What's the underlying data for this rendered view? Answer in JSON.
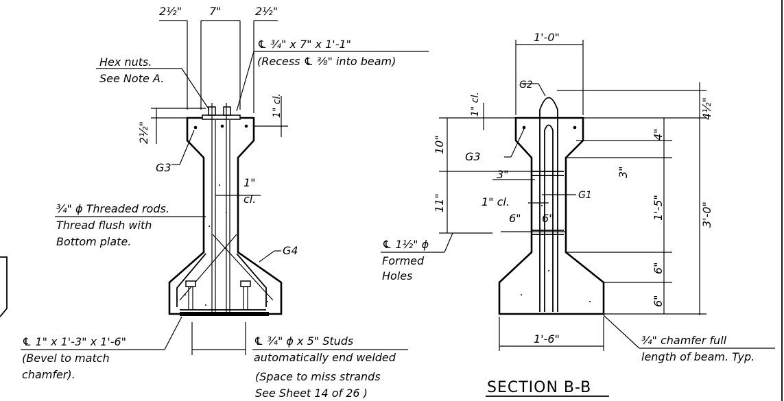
{
  "left": {
    "dim_top_a": "2½\"",
    "dim_top_b": "7\"",
    "dim_top_c": "2½\"",
    "plate_callout_1": "℄ ¾\" x 7\" x 1'-1\"",
    "plate_callout_2": "(Recess ℄ ⅜\" into beam)",
    "hex_nuts_1": "Hex nuts.",
    "hex_nuts_2": "See Note A.",
    "clear_top": "1\" cl.",
    "dim_side": "2½\"",
    "g3": "G3",
    "clear_mid_1": "1\"",
    "clear_mid_2": "cl.",
    "rods_1": "¾\" ϕ Threaded rods.",
    "rods_2": "Thread flush with",
    "rods_3": "Bottom plate.",
    "g4": "G4",
    "bottom_plate_1": "℄ 1\" x 1'-3\" x 1'-6\"",
    "bottom_plate_2": "(Bevel to match",
    "bottom_plate_3": "chamfer).",
    "studs_1": "℄ ¾\" ϕ x 5\" Studs",
    "studs_2": "automatically end welded",
    "studs_3": "(Space to miss strands",
    "studs_4": "See Sheet 14 of 26 )"
  },
  "right": {
    "dim_top": "1'-0\"",
    "g2": "G2",
    "dim_right_top": "4½\"",
    "clear_top": "1\" cl.",
    "dim_10": "10\"",
    "g3": "G3",
    "dim_4": "4\"",
    "dim_3a": "3\"",
    "dim_3b": "3\"",
    "dim_11": "11\"",
    "clear_mid": "1\" cl.",
    "g1": "G1",
    "dim_1_5": "1'-5\"",
    "dim_3_0": "3'-0\"",
    "dim_6a": "6\"",
    "dim_6b": "6\"",
    "holes_1": "℄ 1½\" ϕ",
    "holes_2": "Formed",
    "holes_3": "Holes",
    "dim_6c": "6\"",
    "dim_6d": "6\"",
    "dim_bottom": "1'-6\"",
    "chamfer_1": "¾\" chamfer full",
    "chamfer_2": "length of beam. Typ."
  },
  "section_title": "SECTION B-B"
}
